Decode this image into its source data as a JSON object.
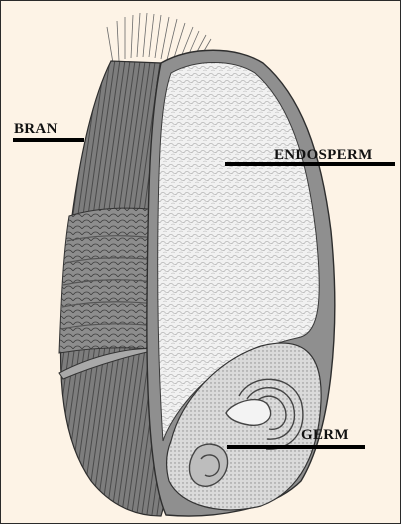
{
  "labels": {
    "bran": "BRAN",
    "endosperm": "ENDOSPERM",
    "germ": "GERM"
  },
  "colors": {
    "background": "#fdf3e6",
    "bran": "#7d7d7d",
    "bran_dark": "#4a4a4a",
    "endosperm": "#f1f1f1",
    "germ": "#d9d9d9",
    "leader_line": "#000000"
  }
}
